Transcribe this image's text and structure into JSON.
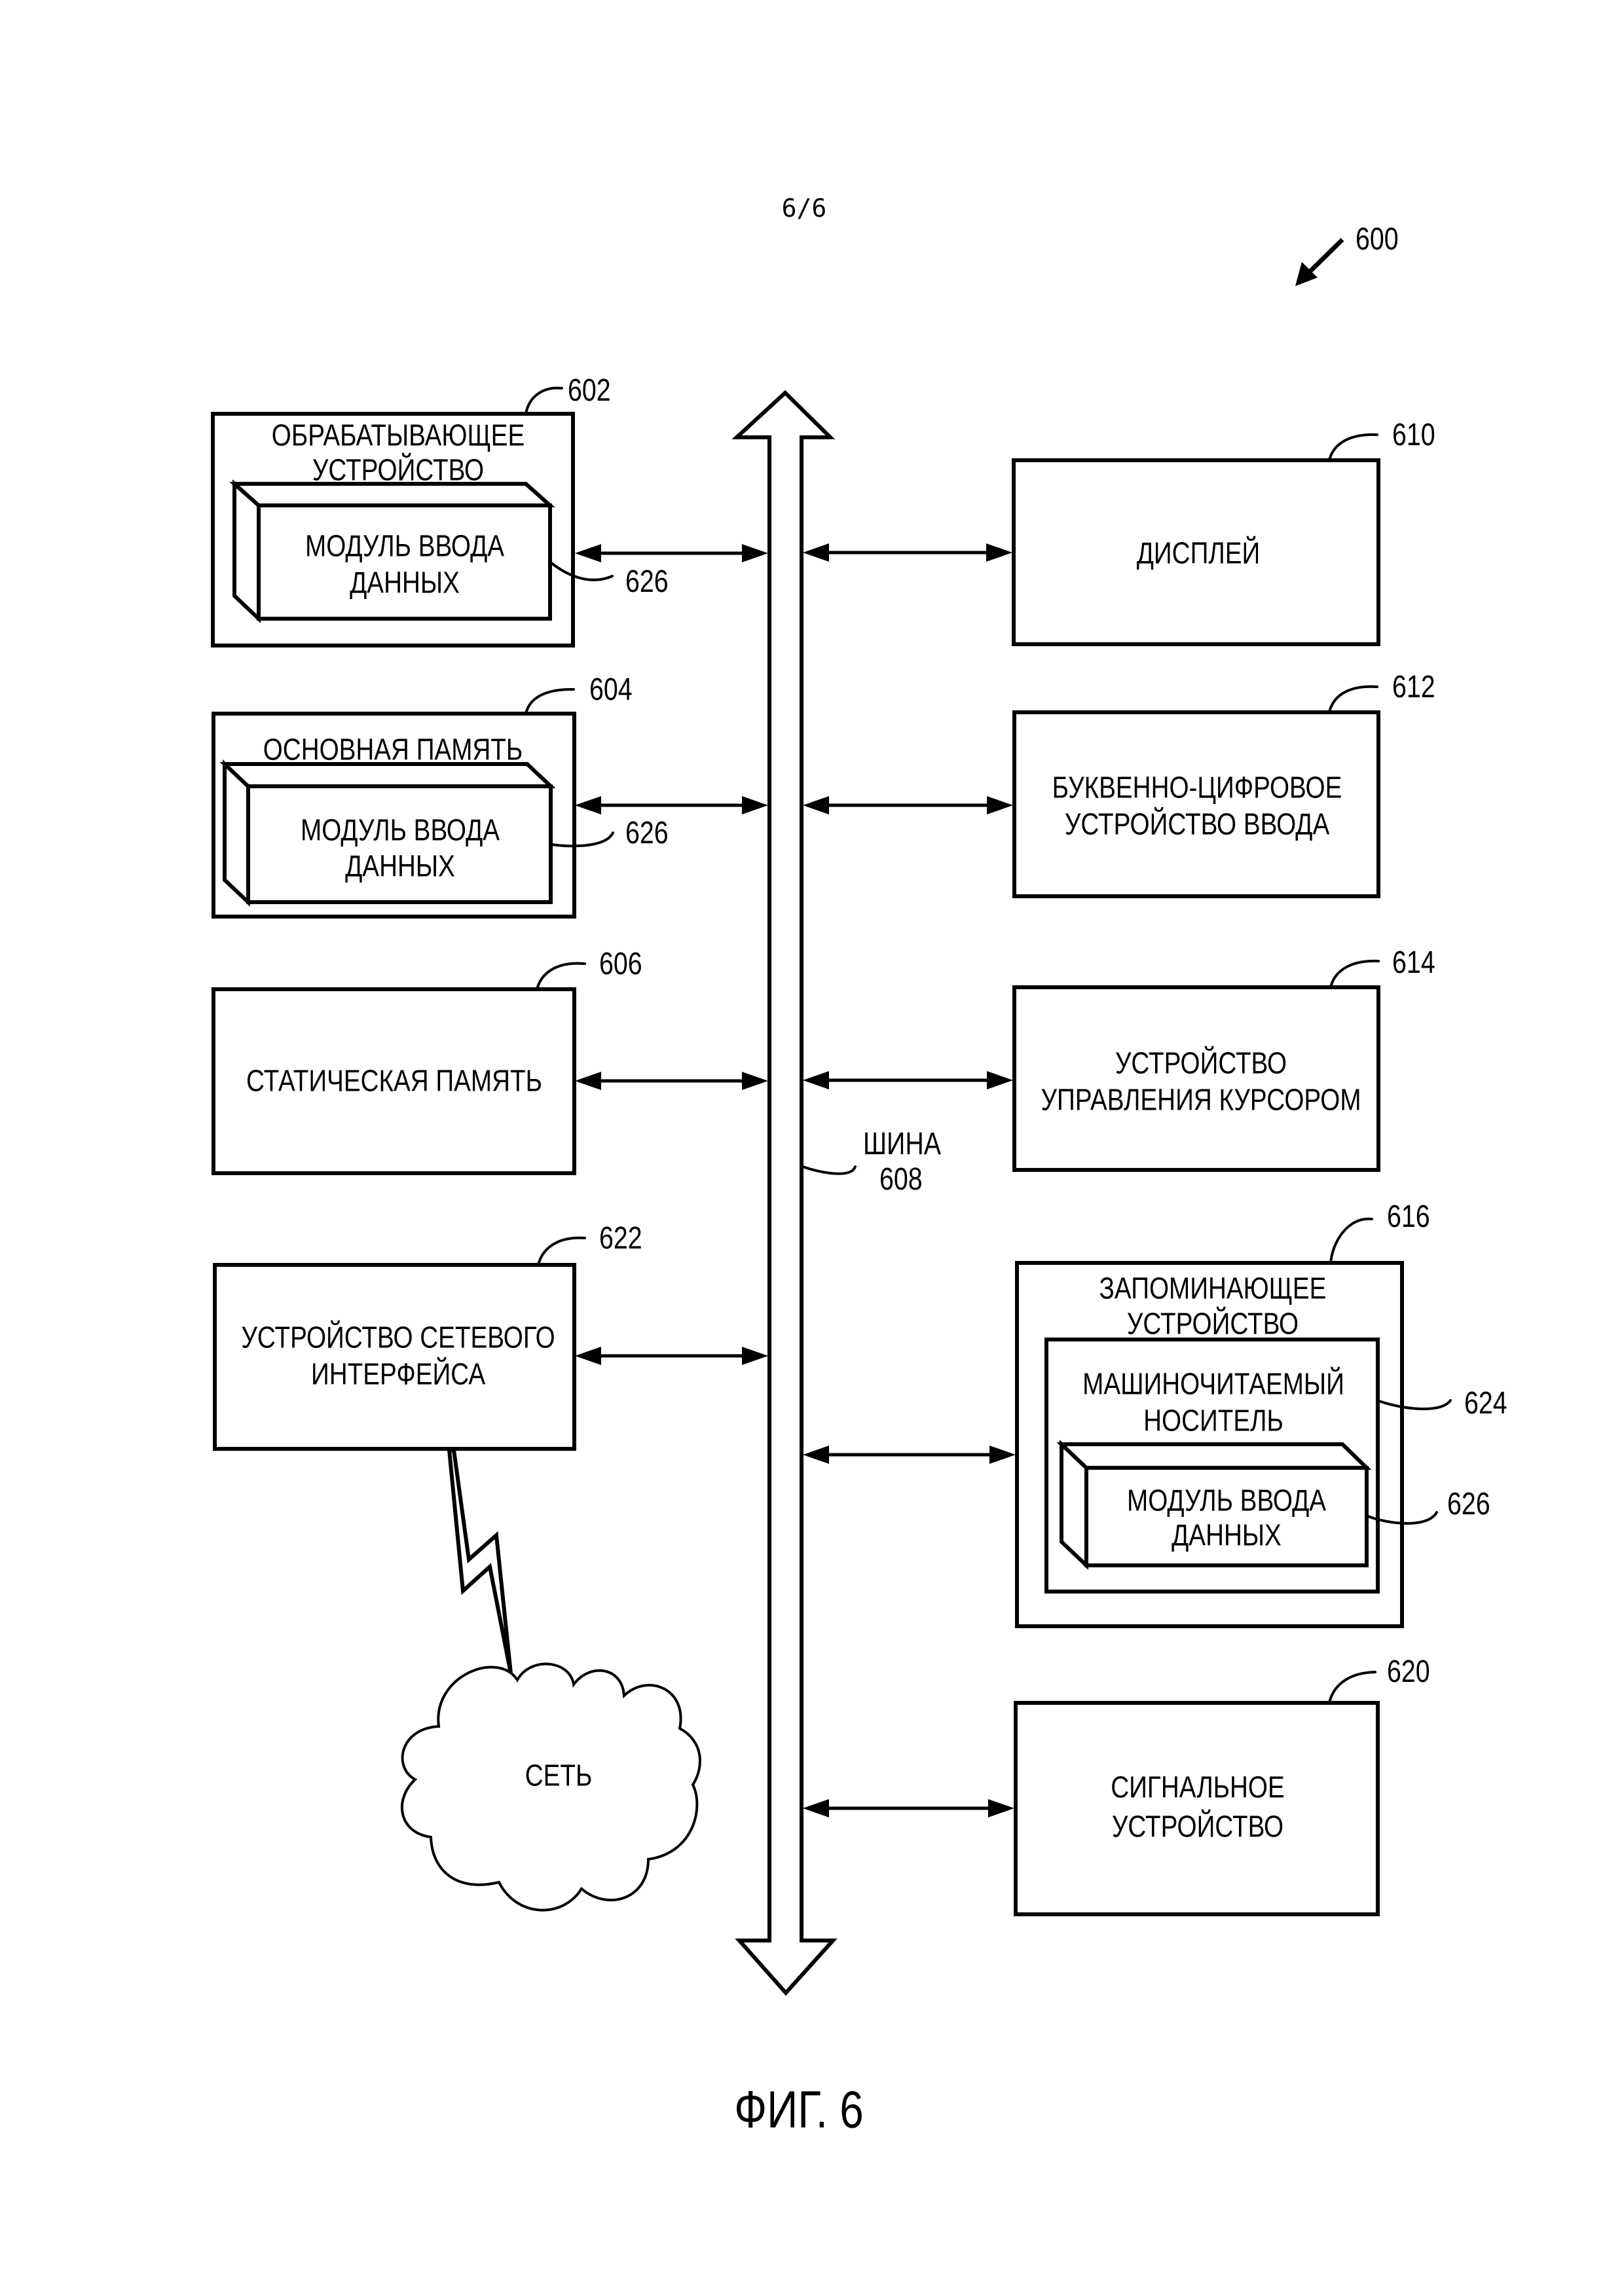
{
  "page_number": "6/6",
  "figure_ref": "600",
  "figure_caption": "ФИГ. 6",
  "bus": {
    "label": "ШИНА",
    "ref": "608"
  },
  "left_blocks": {
    "processor": {
      "ref": "602",
      "title_line1": "ОБРАБАТЫВАЮЩЕЕ",
      "title_line2": "УСТРОЙСТВО",
      "module": {
        "line1": "МОДУЛЬ ВВОДА",
        "line2": "ДАННЫХ",
        "ref": "626"
      }
    },
    "main_memory": {
      "ref": "604",
      "title": "ОСНОВНАЯ ПАМЯТЬ",
      "module": {
        "line1": "МОДУЛЬ ВВОДА",
        "line2": "ДАННЫХ",
        "ref": "626"
      }
    },
    "static_memory": {
      "ref": "606",
      "title": "СТАТИЧЕСКАЯ ПАМЯТЬ"
    },
    "network_interface": {
      "ref": "622",
      "line1": "УСТРОЙСТВО СЕТЕВОГО",
      "line2": "ИНТЕРФЕЙСА"
    },
    "network": {
      "label": "СЕТЬ"
    }
  },
  "right_blocks": {
    "display": {
      "ref": "610",
      "title": "ДИСПЛЕЙ"
    },
    "alphanumeric_input": {
      "ref": "612",
      "line1": "БУКВЕННО-ЦИФРОВОЕ",
      "line2": "УСТРОЙСТВО ВВОДА"
    },
    "cursor_control": {
      "ref": "614",
      "line1": "УСТРОЙСТВО",
      "line2": "УПРАВЛЕНИЯ КУРСОРОМ"
    },
    "storage": {
      "ref": "616",
      "title_line1": "ЗАПОМИНАЮЩЕЕ",
      "title_line2": "УСТРОЙСТВО",
      "medium": {
        "ref": "624",
        "line1": "МАШИНОЧИТАЕМЫЙ",
        "line2": "НОСИТЕЛЬ"
      },
      "module": {
        "line1": "МОДУЛЬ ВВОДА",
        "line2": "ДАННЫХ",
        "ref": "626"
      }
    },
    "signal": {
      "ref": "620",
      "line1": "СИГНАЛЬНОЕ",
      "line2": "УСТРОЙСТВО"
    }
  }
}
